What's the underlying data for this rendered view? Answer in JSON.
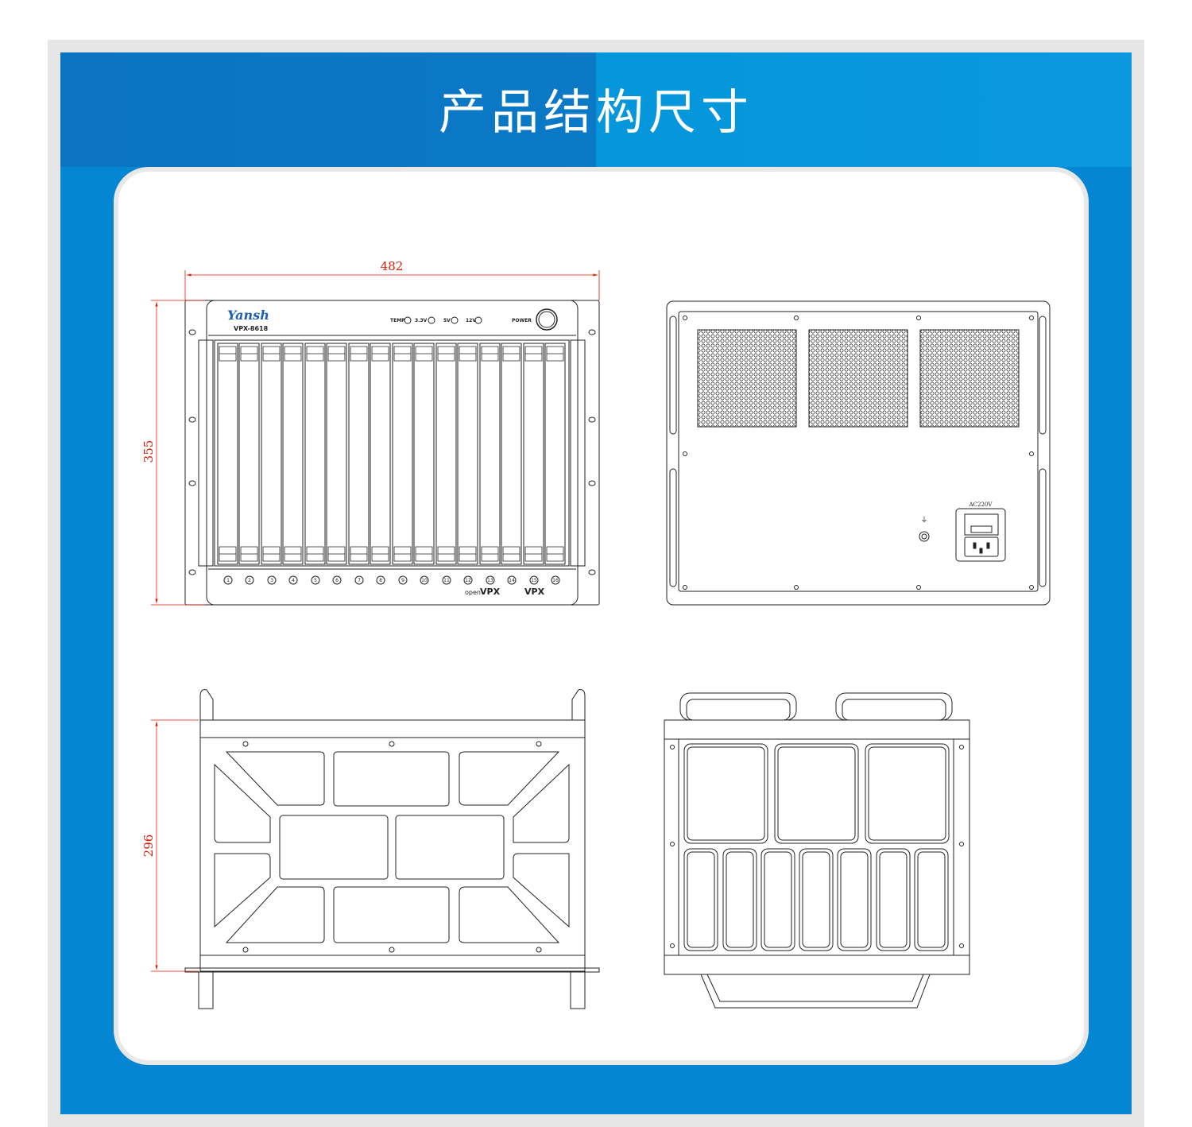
{
  "title": "产品结构尺寸",
  "front_view": {
    "brand": "Yansh",
    "model": "VPX-8618",
    "indicators": [
      "TEMP",
      "3.3V",
      "5V",
      "12V"
    ],
    "power_label": "POWER",
    "slot_numbers": [
      "1",
      "2",
      "3",
      "4",
      "5",
      "6",
      "7",
      "8",
      "9",
      "10",
      "11",
      "12",
      "13",
      "14",
      "15",
      "16"
    ],
    "logo_open": "open",
    "logo_vpx": "VPX",
    "width_dim": "482",
    "height_dim": "355"
  },
  "rear_view": {
    "power_input_label": "AC220V",
    "ground_symbol": "⏚"
  },
  "side_view": {
    "height_dim": "296"
  },
  "colors": {
    "accent_blue": "#0596dc",
    "dimension_red": "#d81e06",
    "line": "#222222"
  }
}
